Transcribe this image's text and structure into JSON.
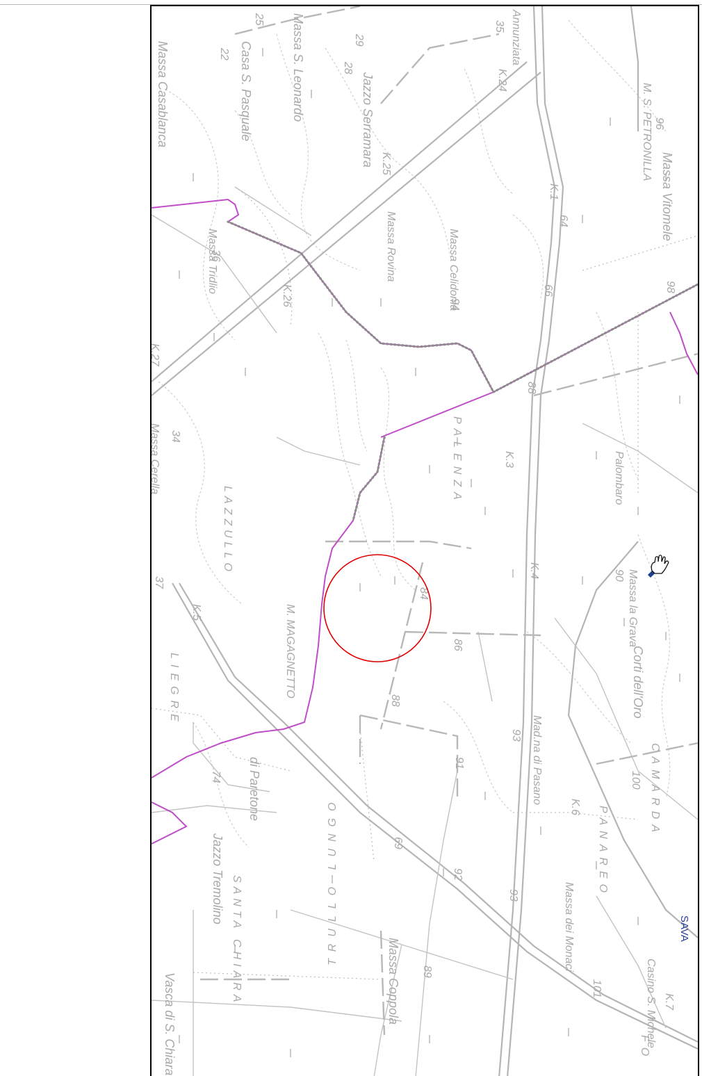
{
  "map": {
    "place_labels": [
      "Casa S. Pasquale",
      "Massa Casablanca",
      "Massa S. Leonardo",
      "Jazzo Serramara",
      "Annunziata",
      "M. S. PETRONILLA",
      "Massa Vitomele",
      "Massa Rovina",
      "Massa Celidonia",
      "Massa Tridlio",
      "Massa Cerella",
      "PALENZA",
      "LAZZULLO",
      "Palombaro",
      "Massa la Grava",
      "M. MAGAGNETTO",
      "Corti dell'Oro",
      "Mad.na di Pasano",
      "CAMARDA",
      "PANAREO",
      "Massa dei Monaci",
      "Casino S. Michele",
      "di Paretone",
      "Jazzo Tremolino",
      "SANTA CHIARA",
      "TRULLO LUNGO",
      "Massa Coppola",
      "Vasca di S. Chiara",
      "LIEGRE",
      "FO"
    ],
    "road_labels": [
      "K.24",
      "K.25",
      "K.1",
      "K.26",
      "K.27",
      "K.3",
      "K.4",
      "K.5",
      "K.6",
      "K.7"
    ],
    "elevation_labels": [
      "28",
      "29",
      "35",
      "36",
      "96",
      "64",
      "66",
      "98",
      "94",
      "88",
      "84",
      "90",
      "86",
      "88",
      "93",
      "91",
      "92",
      "93",
      "69",
      "89",
      "100",
      "101",
      "74",
      "37",
      "34",
      "22",
      "25"
    ],
    "town_label": "SAVA",
    "pan_tool_icon": "hand-icon",
    "marker": "red-circle-marker",
    "colors": {
      "boundary": "#c04cc8",
      "marker": "#e00000",
      "base_lines": "#b5b5b5",
      "town_label": "#2a3f9a",
      "frame": "#000000"
    }
  }
}
